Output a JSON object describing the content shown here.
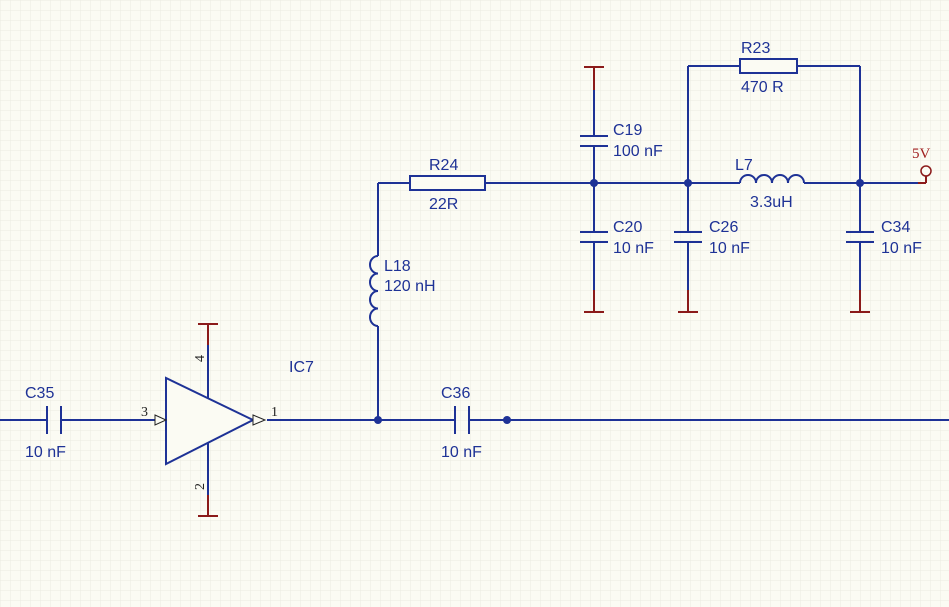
{
  "parts": {
    "C35": {
      "ref": "C35",
      "value": "10 nF"
    },
    "C36": {
      "ref": "C36",
      "value": "10 nF"
    },
    "IC7": {
      "ref": "IC7",
      "pin_in": "3",
      "pin_out": "1",
      "pin_top": "4",
      "pin_bot": "2"
    },
    "L18": {
      "ref": "L18",
      "value": "120 nH"
    },
    "R24": {
      "ref": "R24",
      "value": "22R"
    },
    "C19": {
      "ref": "C19",
      "value": "100 nF"
    },
    "C20": {
      "ref": "C20",
      "value": "10 nF"
    },
    "C26": {
      "ref": "C26",
      "value": "10 nF"
    },
    "R23": {
      "ref": "R23",
      "value": "470 R"
    },
    "L7": {
      "ref": "L7",
      "value": "3.3uH"
    },
    "C34": {
      "ref": "C34",
      "value": "10 nF"
    }
  },
  "power": {
    "label": "5V"
  },
  "colors": {
    "background": "#fbfbf3",
    "grid": "#e9e9df",
    "wire": "#1e3296",
    "power_rail": "#8b1a1a",
    "power_label": "#a02020"
  }
}
